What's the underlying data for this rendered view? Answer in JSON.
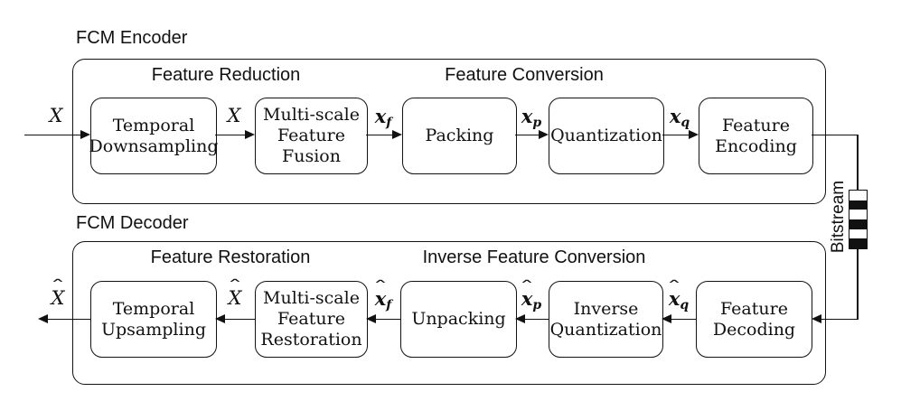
{
  "encoder": {
    "title": "FCM Encoder",
    "section_labels": {
      "reduction": "Feature Reduction",
      "conversion": "Feature Conversion"
    },
    "blocks": {
      "temporal_downsampling": {
        "line1": "Temporal",
        "line2": "Downsampling"
      },
      "multiscale_feature_fusion": {
        "line1": "Multi-scale",
        "line2": "Feature",
        "line3": "Fusion"
      },
      "packing": {
        "line1": "Packing"
      },
      "quantization": {
        "line1": "Quantization"
      },
      "feature_encoding": {
        "line1": "Feature",
        "line2": "Encoding"
      }
    },
    "signals": {
      "input": {
        "hat": "",
        "base": "X",
        "sub": ""
      },
      "after_downsampling": {
        "hat": "",
        "base": "X",
        "sub": ""
      },
      "fused": {
        "hat": "",
        "base": "x",
        "sub": "f"
      },
      "packed": {
        "hat": "",
        "base": "x",
        "sub": "p"
      },
      "quantized": {
        "hat": "",
        "base": "x",
        "sub": "q"
      }
    }
  },
  "decoder": {
    "title": "FCM Decoder",
    "section_labels": {
      "restoration": "Feature Restoration",
      "inverse_conversion": "Inverse Feature Conversion"
    },
    "blocks": {
      "temporal_upsampling": {
        "line1": "Temporal",
        "line2": "Upsampling"
      },
      "multiscale_feature_restoration": {
        "line1": "Multi-scale",
        "line2": "Feature",
        "line3": "Restoration"
      },
      "unpacking": {
        "line1": "Unpacking"
      },
      "inverse_quantization": {
        "line1": "Inverse",
        "line2": "Quantization"
      },
      "feature_decoding": {
        "line1": "Feature",
        "line2": "Decoding"
      }
    },
    "signals": {
      "output": {
        "hat": "ˆ",
        "base": "X",
        "sub": ""
      },
      "before_upsampling": {
        "hat": "ˆ",
        "base": "X",
        "sub": ""
      },
      "restored": {
        "hat": "ˆ",
        "base": "x",
        "sub": "f"
      },
      "unpacked": {
        "hat": "ˆ",
        "base": "x",
        "sub": "p"
      },
      "dequantized": {
        "hat": "ˆ",
        "base": "x",
        "sub": "q"
      }
    }
  },
  "bitstream": {
    "label": "Bitstream"
  },
  "colors": {
    "ink": "#111111",
    "background": "#ffffff"
  }
}
